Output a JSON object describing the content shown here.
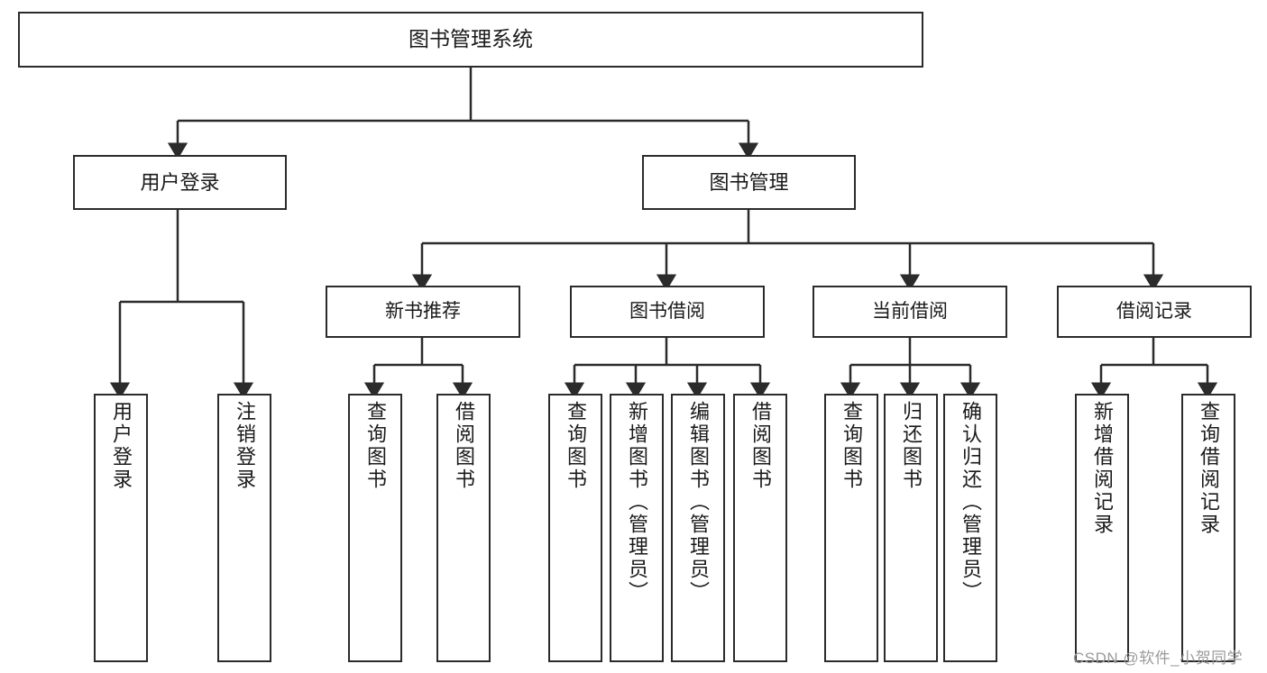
{
  "diagram": {
    "type": "tree",
    "title": "图书管理系统",
    "root": {
      "label": "图书管理系统"
    },
    "level1": [
      {
        "label": "用户登录"
      },
      {
        "label": "图书管理"
      }
    ],
    "level2": [
      {
        "label": "新书推荐"
      },
      {
        "label": "图书借阅"
      },
      {
        "label": "当前借阅"
      },
      {
        "label": "借阅记录"
      }
    ],
    "leaves": {
      "user_login": [
        {
          "label": "用户登录"
        },
        {
          "label": "注销登录"
        }
      ],
      "new_book_recommend": [
        {
          "label": "查询图书"
        },
        {
          "label": "借阅图书"
        }
      ],
      "book_borrow": [
        {
          "label": "查询图书"
        },
        {
          "label": "新增图书（管理员）"
        },
        {
          "label": "编辑图书（管理员）"
        },
        {
          "label": "借阅图书"
        }
      ],
      "current_borrow": [
        {
          "label": "查询图书"
        },
        {
          "label": "归还图书"
        },
        {
          "label": "确认归还（管理员）"
        }
      ],
      "borrow_record": [
        {
          "label": "新增借阅记录"
        },
        {
          "label": "查询借阅记录"
        }
      ]
    },
    "colors": {
      "stroke": "#2b2b2b",
      "fill": "#ffffff",
      "text": "#1a1a1a",
      "watermark": "#9a9a9a"
    }
  },
  "watermark": {
    "text": "CSDN @软件_小贺同学"
  }
}
